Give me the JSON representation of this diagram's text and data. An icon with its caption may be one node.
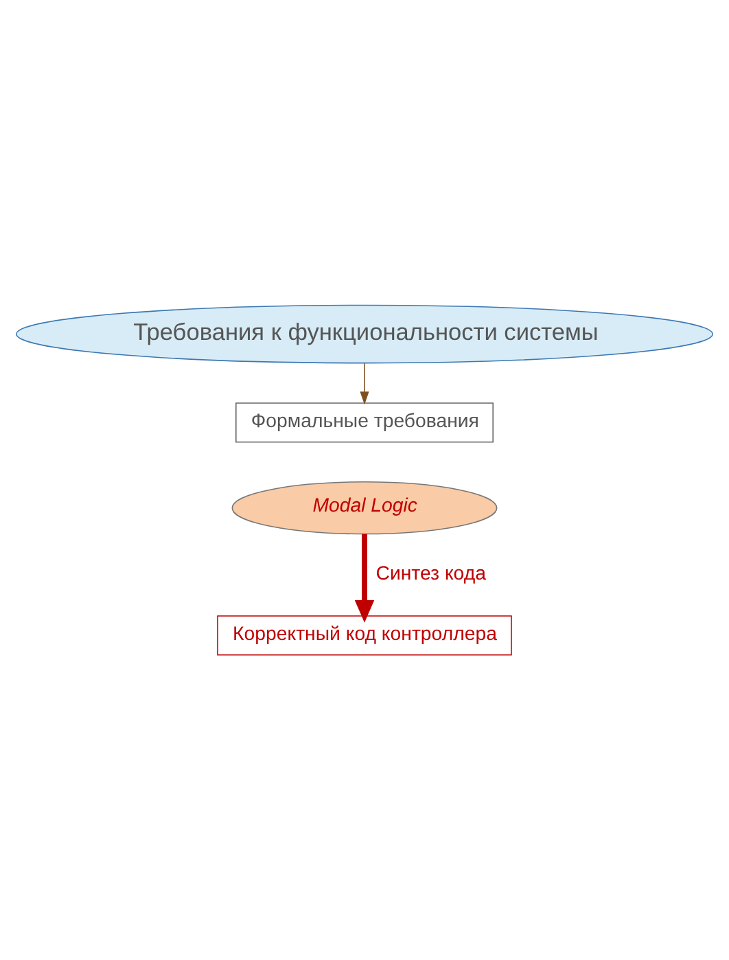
{
  "diagram": {
    "nodes": [
      {
        "text": [
          "Требования к функциональности системы"
        ]
      },
      {
        "text": [
          "Формальные требования"
        ]
      },
      {
        "text": [
          "Modal Logic"
        ]
      },
      {
        "text": [
          "Корректный код контроллера"
        ]
      }
    ],
    "edges": [
      {
        "from": 0,
        "to": 1,
        "arrow": "to",
        "color": "#7f4f1f"
      },
      {
        "from": 2,
        "to": 3,
        "arrow": "to",
        "style": "thick",
        "color": "#c00000",
        "label": "Синтез кода"
      }
    ]
  }
}
